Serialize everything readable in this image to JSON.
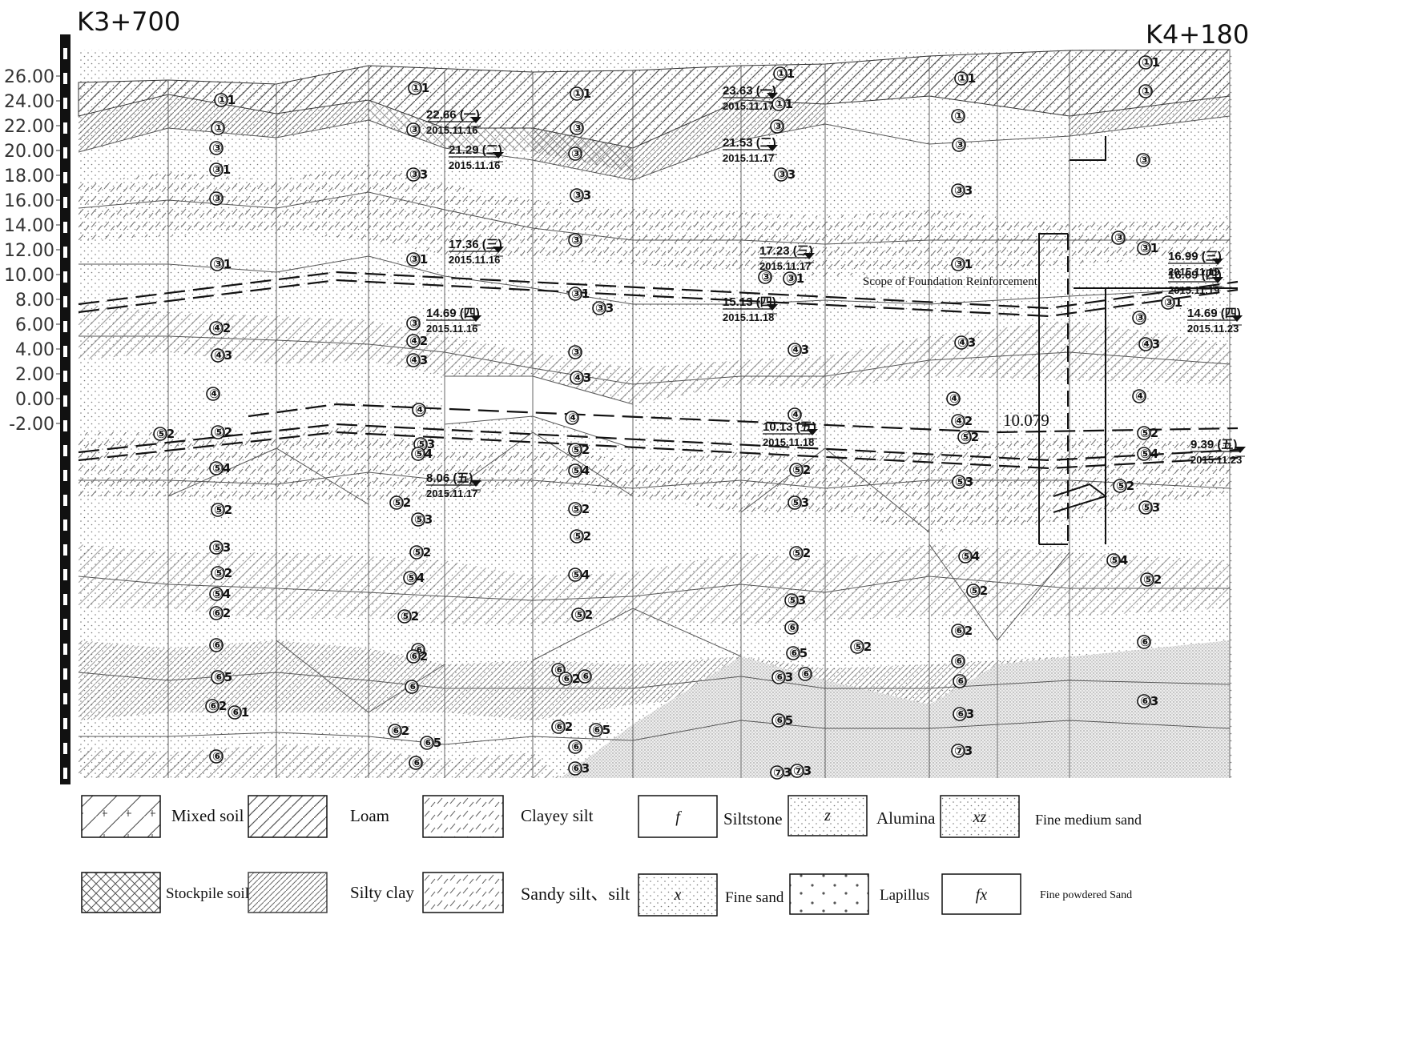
{
  "stations": {
    "left": "K3+700",
    "right": "K4+180"
  },
  "y_axis": {
    "ticks": [
      "26.00",
      "24.00",
      "22.00",
      "20.00",
      "18.00",
      "16.00",
      "14.00",
      "12.00",
      "10.00",
      "8.00",
      "6.00",
      "4.00",
      "2.00",
      "0.00",
      "-2.00"
    ]
  },
  "annotations": {
    "scope_label": "Scope of Foundation Reinforcement",
    "elevation_mark": "10.079"
  },
  "water_levels": [
    {
      "value": "22.66 (一)",
      "date": "2015.11.16"
    },
    {
      "value": "21.29 (二)",
      "date": "2015.11.16"
    },
    {
      "value": "17.36 (三)",
      "date": "2015.11.16"
    },
    {
      "value": "14.69 (四)",
      "date": "2015.11.16"
    },
    {
      "value": "8.06 (五)",
      "date": "2015.11.17"
    },
    {
      "value": "23.63 (一)",
      "date": "2015.11.17"
    },
    {
      "value": "21.53 (二)",
      "date": "2015.11.17"
    },
    {
      "value": "17.23 (三)",
      "date": "2015.11.17"
    },
    {
      "value": "15.13 (四)",
      "date": "2015.11.18"
    },
    {
      "value": "10.13 (五)",
      "date": "2015.11.18"
    },
    {
      "value": "16.99 (三)",
      "date": "2015.11.19"
    },
    {
      "value": "16.69 (四)",
      "date": "2015.11.19"
    },
    {
      "value": "14.69 (四)",
      "date": "2015.11.23"
    },
    {
      "value": "9.39 (五)",
      "date": "2015.11.23"
    }
  ],
  "layer_tags": [
    "①1",
    "①",
    "③",
    "③1",
    "③3",
    "④2",
    "④3",
    "④",
    "⑤2",
    "⑤3",
    "⑤4",
    "⑥",
    "⑥2",
    "⑥3",
    "⑥5",
    "⑥1",
    "⑦3"
  ],
  "legend": {
    "row1": [
      {
        "label": "Mixed soil",
        "symbol": ""
      },
      {
        "label": "Loam",
        "symbol": ""
      },
      {
        "label": "Clayey silt",
        "symbol": ""
      },
      {
        "label": "Siltstone",
        "symbol": "f"
      },
      {
        "label": "Alumina",
        "symbol": "z"
      },
      {
        "label": "Fine medium sand",
        "symbol": "xz"
      }
    ],
    "row2": [
      {
        "label": "Stockpile soil",
        "symbol": ""
      },
      {
        "label": "Silty clay",
        "symbol": ""
      },
      {
        "label": "Sandy silt、silt",
        "symbol": ""
      },
      {
        "label": "Fine sand",
        "symbol": "x"
      },
      {
        "label": "Lapillus",
        "symbol": ""
      },
      {
        "label": "Fine powdered Sand",
        "symbol": "fx"
      }
    ]
  }
}
